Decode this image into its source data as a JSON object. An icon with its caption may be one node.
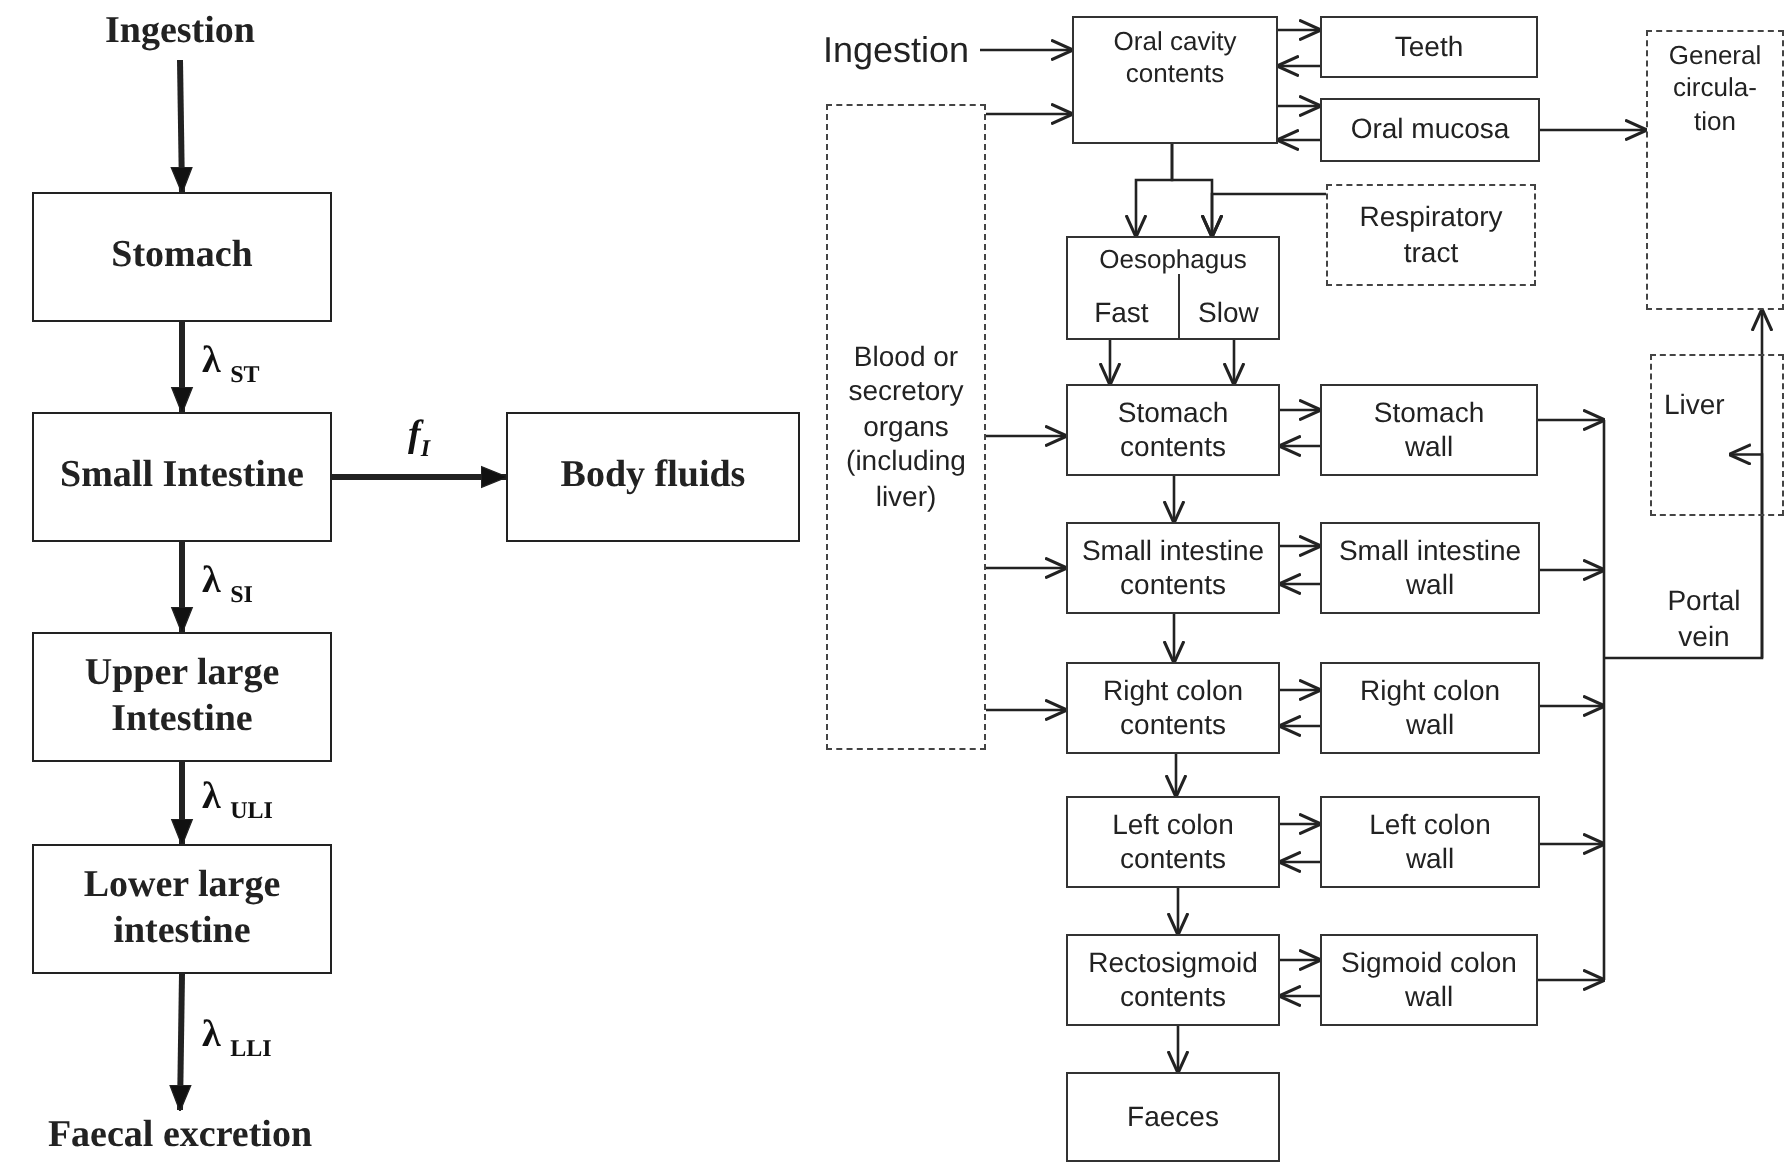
{
  "diagram": {
    "nodes": [
      {
        "text": [
          "Ingestion"
        ]
      },
      {
        "text": [
          "Stomach"
        ]
      },
      {
        "text": [
          "Small Intestine"
        ]
      },
      {
        "text": [
          "Body fluids"
        ]
      },
      {
        "text": [
          "Upper large Intestine"
        ]
      },
      {
        "text": [
          "Lower large intestine"
        ]
      },
      {
        "text": [
          "Faecal excretion"
        ]
      },
      {
        "text": [
          "Ingestion"
        ]
      },
      {
        "text": [
          "Oral cavity contents"
        ]
      },
      {
        "text": [
          "Teeth"
        ]
      },
      {
        "text": [
          "Oral mucosa"
        ]
      },
      {
        "text": [
          "General circula- tion"
        ]
      },
      {
        "text": [
          "Blood or secretory organs (including liver)"
        ]
      },
      {
        "text": [
          "Respiratory tract"
        ]
      },
      {
        "text": [
          "Oesophagus"
        ]
      },
      {
        "text": [
          "Fast"
        ],
        "in": 14
      },
      {
        "text": [
          "Slow"
        ],
        "in": 14
      },
      {
        "text": [
          "Liver"
        ]
      },
      {
        "text": [
          "Stomach contents"
        ]
      },
      {
        "text": [
          "Stomach wall"
        ]
      },
      {
        "text": [
          "Small intestine contents"
        ]
      },
      {
        "text": [
          "Small intestine wall"
        ]
      },
      {
        "text": [
          "Right colon contents"
        ]
      },
      {
        "text": [
          "Right colon wall"
        ]
      },
      {
        "text": [
          "Left colon contents"
        ]
      },
      {
        "text": [
          "Left colon wall"
        ]
      },
      {
        "text": [
          "Rectosigmoid contents"
        ]
      },
      {
        "text": [
          "Sigmoid colon wall"
        ]
      },
      {
        "text": [
          "Faeces"
        ]
      }
    ],
    "edges": [
      {
        "from": 0,
        "to": 1,
        "arrow": "to",
        "style": "thick"
      },
      {
        "from": 1,
        "to": 2,
        "arrow": "to",
        "style": "thick",
        "label": "λ $_{ST}$"
      },
      {
        "from": 2,
        "to": 3,
        "arrow": "to",
        "style": "thick",
        "label": "f$_{I}$"
      },
      {
        "from": 2,
        "to": 4,
        "arrow": "to",
        "style": "thick",
        "label": "λ $_{SI}$"
      },
      {
        "from": 4,
        "to": 5,
        "arrow": "to",
        "style": "thick",
        "label": "λ $_{ULI}$"
      },
      {
        "from": 5,
        "to": 6,
        "arrow": "to",
        "style": "thick",
        "label": "λ $_{LLI}$"
      },
      {
        "from": 7,
        "to": 8,
        "arrow": "to"
      },
      {
        "from": 12,
        "to": 8,
        "arrow": "to"
      },
      {
        "from": 12,
        "to": 18,
        "arrow": "to"
      },
      {
        "from": 12,
        "to": 20,
        "arrow": "to"
      },
      {
        "from": 12,
        "to": 22,
        "arrow": "to"
      },
      {
        "from": 8,
        "to": 9,
        "arrow": "to"
      },
      {
        "from": 9,
        "to": 8,
        "arrow": "to"
      },
      {
        "from": 8,
        "to": 10,
        "arrow": "to"
      },
      {
        "from": 10,
        "to": 8,
        "arrow": "to"
      },
      {
        "from": 10,
        "to": 11,
        "arrow": "to"
      },
      {
        "from": 8,
        "to": 15,
        "arrow": "to"
      },
      {
        "from": 8,
        "to": 16,
        "arrow": "to"
      },
      {
        "from": 13,
        "to": 16,
        "arrow": "to"
      },
      {
        "from": 15,
        "to": 18,
        "arrow": "to"
      },
      {
        "from": 16,
        "to": 18,
        "arrow": "to"
      },
      {
        "from": 18,
        "to": 19,
        "arrow": "to"
      },
      {
        "from": 19,
        "to": 18,
        "arrow": "to"
      },
      {
        "from": 20,
        "to": 21,
        "arrow": "to"
      },
      {
        "from": 21,
        "to": 20,
        "arrow": "to"
      },
      {
        "from": 22,
        "to": 23,
        "arrow": "to"
      },
      {
        "from": 23,
        "to": 22,
        "arrow": "to"
      },
      {
        "from": 24,
        "to": 25,
        "arrow": "to"
      },
      {
        "from": 25,
        "to": 24,
        "arrow": "to"
      },
      {
        "from": 26,
        "to": 27,
        "arrow": "to"
      },
      {
        "from": 27,
        "to": 26,
        "arrow": "to"
      },
      {
        "from": 18,
        "to": 20,
        "arrow": "to"
      },
      {
        "from": 20,
        "to": 22,
        "arrow": "to"
      },
      {
        "from": 22,
        "to": 24,
        "arrow": "to"
      },
      {
        "from": 24,
        "to": 26,
        "arrow": "to"
      },
      {
        "from": 26,
        "to": 28,
        "arrow": "to"
      },
      {
        "from": 19,
        "to": 11,
        "arrow": "to"
      },
      {
        "from": 19,
        "to": 17,
        "arrow": "to"
      },
      {
        "from": 21,
        "to": 11,
        "arrow": "to"
      },
      {
        "from": 21,
        "to": 17,
        "arrow": "to"
      },
      {
        "from": 23,
        "to": 11,
        "arrow": "to"
      },
      {
        "from": 23,
        "to": 17,
        "arrow": "to"
      },
      {
        "from": 25,
        "to": 11,
        "arrow": "to"
      },
      {
        "from": 25,
        "to": 17,
        "arrow": "to"
      },
      {
        "from": 27,
        "to": 11,
        "arrow": "to"
      },
      {
        "from": 27,
        "to": 17,
        "arrow": "to"
      }
    ],
    "labels": [
      "Portal vein"
    ]
  }
}
